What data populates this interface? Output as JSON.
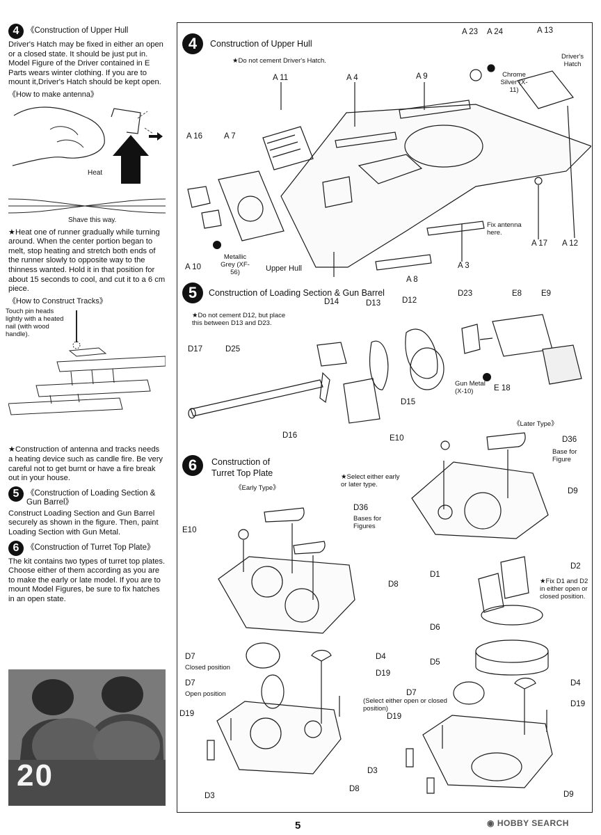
{
  "left_column": {
    "sec4": {
      "number": "4",
      "title": "《Construction of Upper Hull",
      "body": "Driver's Hatch may be fixed in either an open or a closed state. It should be just put in. Model Figure of the Driver contained in E Parts wears winter clothing. If you are to mount it,Driver's Hatch should be kept open.",
      "antenna_heading": "《How to make antenna》",
      "heat_label": "Heat",
      "shave_label": "Shave this way.",
      "heat_note": "★Heat one of runner gradually while turning around. When the center portion began to melt, stop heating and stretch both ends of the runner slowly to opposite way to the thinness wanted. Hold it in that position for about 15 seconds to cool, and cut it to a 6 cm piece.",
      "tracks_heading": "《How to Construct Tracks》",
      "tracks_label": "Touch pin heads lightly with a heated nail (with wood handle).",
      "caution": "★Construction of antenna and tracks needs a heating device such as candle fire. Be very careful not to get burnt or have a fire break out in your house."
    },
    "sec5": {
      "number": "5",
      "title": "《Construction of Loading Section & Gun Barrel》",
      "body": "Construct Loading Section and Gun Barrel securely as shown in the figure. Then, paint Loading Section with Gun Metal."
    },
    "sec6": {
      "number": "6",
      "title": "《Construction of Turret Top Plate》",
      "body": "The kit contains two types of turret top plates. Choose either of them according as you are to make the early or late model. If you are to mount Model Figures, be sure to fix hatches in an open state."
    },
    "photo_number": "20"
  },
  "panel": {
    "step4": {
      "number": "4",
      "title": "Construction of Upper Hull",
      "note": "★Do not cement Driver's Hatch.",
      "labels": {
        "a11": "A 11",
        "a4": "A 4",
        "a9": "A 9",
        "a23": "A 23",
        "a24": "A 24",
        "a13": "A 13",
        "drivers_hatch": "Driver's Hatch",
        "chrome_silver": "Chrome Silver (X-11)",
        "a16": "A 16",
        "a7": "A 7",
        "a10": "A 10",
        "metallic_grey": "Metallic Grey (XF-56)",
        "upper_hull": "Upper Hull",
        "fix_antenna": "Fix antenna here.",
        "a17": "A 17",
        "a12": "A 12",
        "a3": "A 3",
        "a8": "A 8"
      }
    },
    "step5": {
      "number": "5",
      "title": "Construction of Loading Section & Gun Barrel",
      "note": "★Do not cement D12, but place this between D13 and D23.",
      "labels": {
        "d14": "D14",
        "d13": "D13",
        "d12": "D12",
        "d23": "D23",
        "e8": "E8",
        "e9": "E9",
        "d17": "D17",
        "d25": "D25",
        "d15": "D15",
        "d16": "D16",
        "gun_metal": "Gun Metal (X-10)",
        "e18": "E 18"
      }
    },
    "step6": {
      "number": "6",
      "title": "Construction of Turret Top Plate",
      "early_type": "《Early Type》",
      "later_type": "《Later Type》",
      "select_note": "★Select either early or later type.",
      "fix_note": "★Fix D1 and D2 in either open or closed position.",
      "select_open_closed": "(Select either open or closed position)",
      "labels": {
        "e10_late": "E10",
        "d36_late": "D36",
        "base_for_figure": "Base for Figure",
        "d9_late": "D9",
        "d36_early": "D36",
        "bases_for_figures": "Bases for Figures",
        "e10_early": "E10",
        "d8_early": "D8",
        "d2": "D2",
        "d1": "D1",
        "d6": "D6",
        "d5": "D5",
        "d7_closed": "D7",
        "closed_position": "Closed position",
        "d4_left": "D4",
        "d7_open": "D7",
        "open_position": "Open position",
        "d19_left_a": "D19",
        "d19_left_b": "D19",
        "d3_left": "D3",
        "d8_bottom": "D8",
        "d4_right": "D4",
        "d7_right": "D7",
        "d19_right_a": "D19",
        "d19_right_b": "D19",
        "d3_right": "D3",
        "d9_bottom": "D9"
      }
    }
  },
  "footer": {
    "page_number": "5",
    "watermark": "HOBBY SEARCH"
  }
}
